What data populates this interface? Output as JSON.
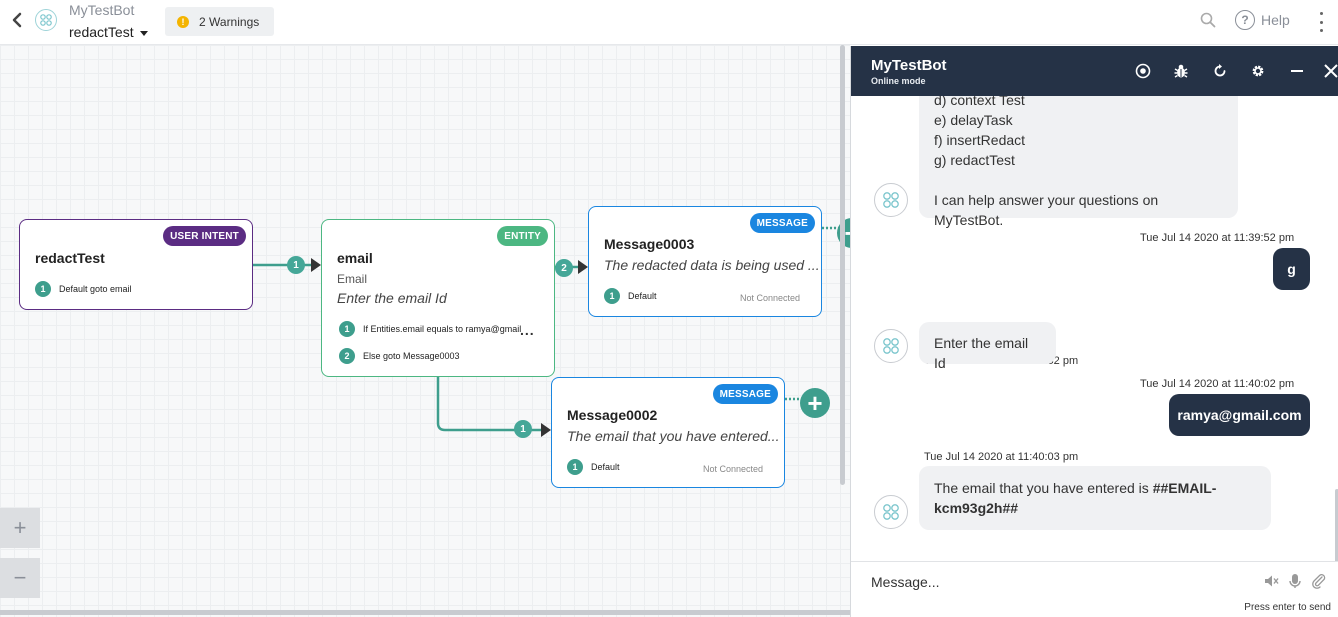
{
  "topbar": {
    "bot_name": "MyTestBot",
    "dialog_name": "redactTest",
    "warnings_label": "2 Warnings",
    "warning_icon_glyph": "!",
    "help_label": "Help",
    "help_icon_glyph": "?"
  },
  "canvas": {
    "nodes": {
      "intent": {
        "badge": "USER INTENT",
        "title": "redactTest",
        "transitions": [
          {
            "num": "1",
            "label": "Default goto email"
          }
        ]
      },
      "entity": {
        "badge": "ENTITY",
        "title": "email",
        "subtitle": "Email",
        "prompt": "Enter the email Id",
        "more": "...",
        "transitions": [
          {
            "num": "1",
            "label": "If Entities.email equals to ramya@gmail"
          },
          {
            "num": "2",
            "label": "Else goto Message0003"
          }
        ]
      },
      "message3": {
        "badge": "MESSAGE",
        "title": "Message0003",
        "prompt": "The redacted data is being used ...",
        "status": "Not Connected",
        "transitions": [
          {
            "num": "1",
            "label": "Default"
          }
        ]
      },
      "message2": {
        "badge": "MESSAGE",
        "title": "Message0002",
        "prompt": "The email that you have entered...",
        "status": "Not Connected",
        "transitions": [
          {
            "num": "1",
            "label": "Default"
          }
        ]
      }
    },
    "edge_labels": [
      "1",
      "2",
      "1"
    ],
    "add_glyph": "+",
    "zoom_in": "+",
    "zoom_out": "−"
  },
  "chat": {
    "title": "MyTestBot",
    "mode": "Online mode",
    "messages": {
      "bot_list": {
        "lines": [
          "d) context Test",
          "e) delayTask",
          "f) insertRedact",
          "g) redactTest"
        ],
        "footer": "I can help answer your questions on MyTestBot."
      },
      "user1": {
        "timestamp": "Tue Jul 14 2020 at 11:39:52 pm",
        "text": "g"
      },
      "bot1": {
        "timestamp": "Tue Jul 14 2020 at 11:39:52 pm",
        "text": "Enter the email Id"
      },
      "user2": {
        "timestamp": "Tue Jul 14 2020 at 11:40:02 pm",
        "text": "ramya@gmail.com"
      },
      "bot2": {
        "timestamp": "Tue Jul 14 2020 at 11:40:03 pm",
        "text_prefix": "The email that you have entered is ",
        "text_bold": "##EMAIL-kcm93g2h##"
      }
    },
    "input_placeholder": "Message...",
    "hint": "Press enter to send"
  },
  "colors": {
    "intent": "#5b2c83",
    "entity": "#4cb782",
    "message": "#1a86e0",
    "teal": "#3e9e8d",
    "chat_header": "#253246"
  }
}
